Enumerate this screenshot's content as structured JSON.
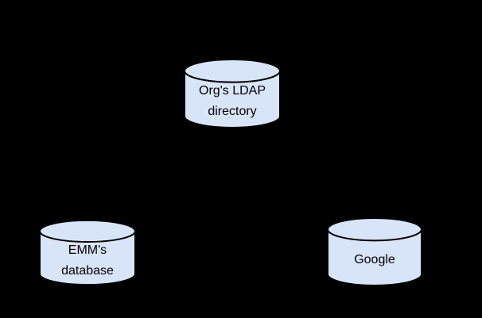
{
  "style": {
    "background": "#000000",
    "node_fill": "#d8e4f8",
    "node_stroke": "#000000",
    "label_color": "#000000"
  },
  "nodes": [
    {
      "name": "org-ldap-directory",
      "shape": "database-cylinder",
      "lines": [
        "Org's LDAP",
        "directory"
      ]
    },
    {
      "name": "emm-database",
      "shape": "database-cylinder",
      "lines": [
        "EMM's",
        "database"
      ]
    },
    {
      "name": "google",
      "shape": "database-cylinder",
      "lines": [
        "Google"
      ]
    }
  ]
}
